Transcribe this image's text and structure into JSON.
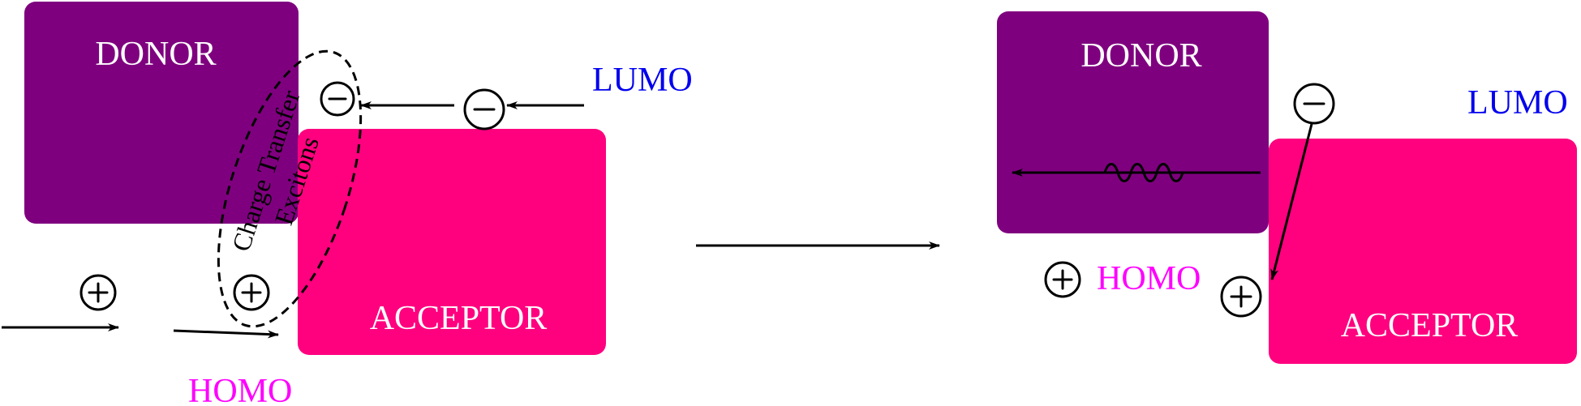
{
  "left_panel": {
    "donor_label": "DONOR",
    "acceptor_label": "ACCEPTOR",
    "lumo_label": "LUMO",
    "homo_label": "HOMO",
    "exciton_label_line1": "Charge Transfer",
    "exciton_label_line2": "Excitons"
  },
  "right_panel": {
    "donor_label": "DONOR",
    "acceptor_label": "ACCEPTOR",
    "lumo_label": "LUMO",
    "homo_label": "HOMO"
  },
  "colors": {
    "donor": "#7f007f",
    "acceptor": "#ff007f",
    "lumo": "#0000ee",
    "homo": "#ff00ff",
    "ink": "#000000"
  },
  "charges": {
    "positive": "+",
    "negative": "−"
  },
  "icons": {
    "arrow": "arrow-right-icon",
    "spring": "wavy-spring-icon",
    "charge_positive": "plus-circle-icon",
    "charge_negative": "minus-circle-icon"
  }
}
